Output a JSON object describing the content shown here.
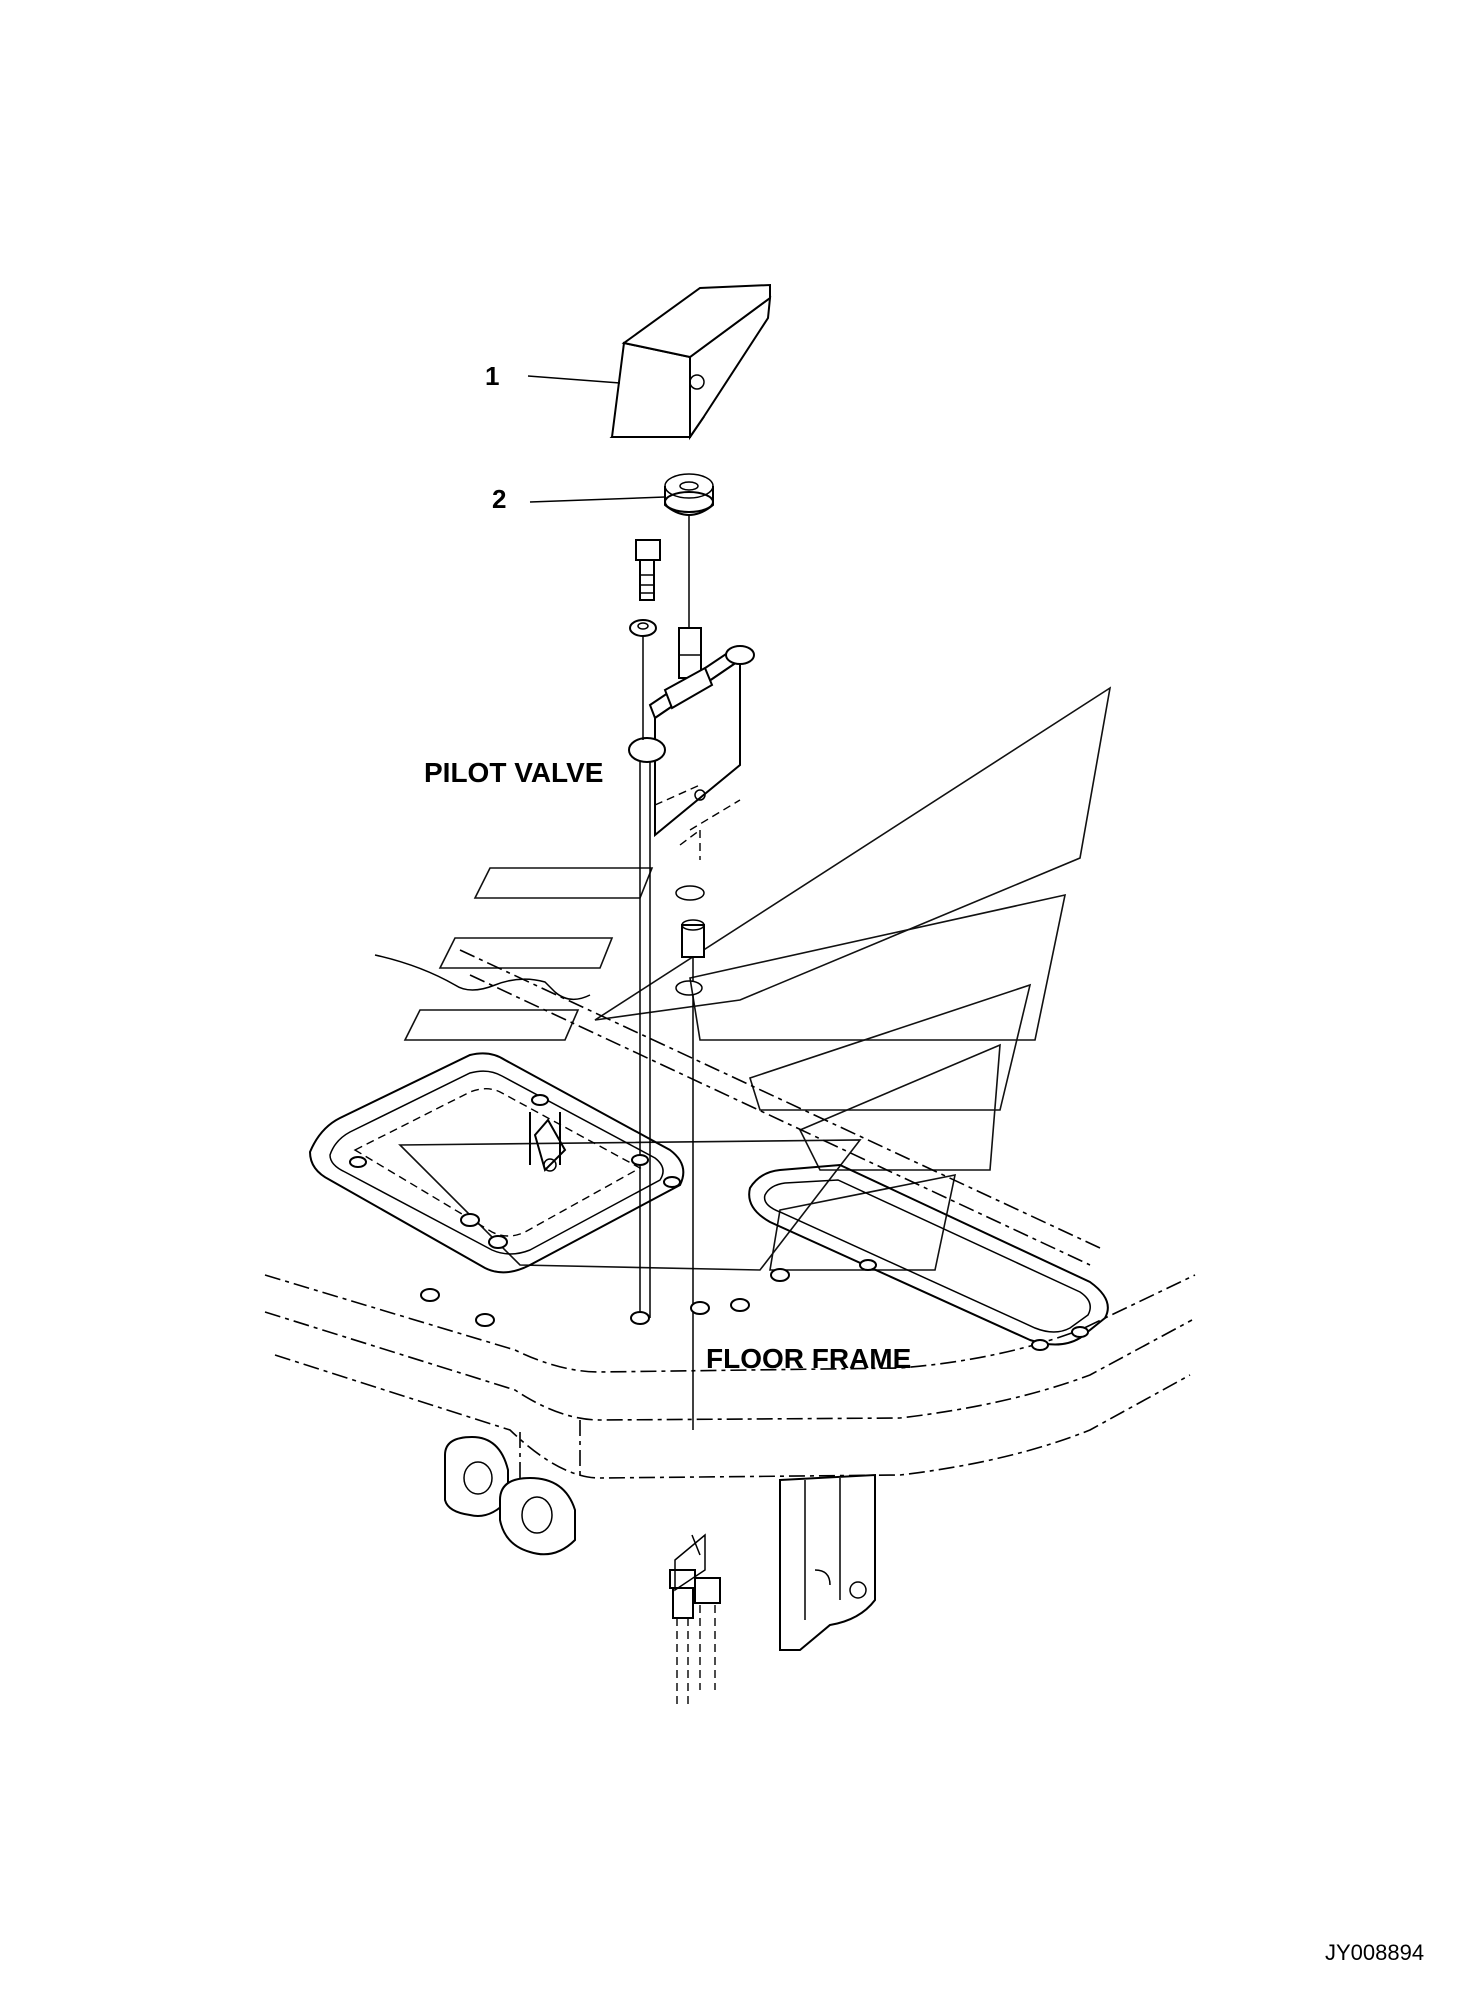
{
  "callouts": [
    {
      "number": "1"
    },
    {
      "number": "2"
    }
  ],
  "labels": {
    "pilot_valve": "PILOT VALVE",
    "floor_frame": "FLOOR FRAME"
  },
  "reference_code": "JY008894"
}
